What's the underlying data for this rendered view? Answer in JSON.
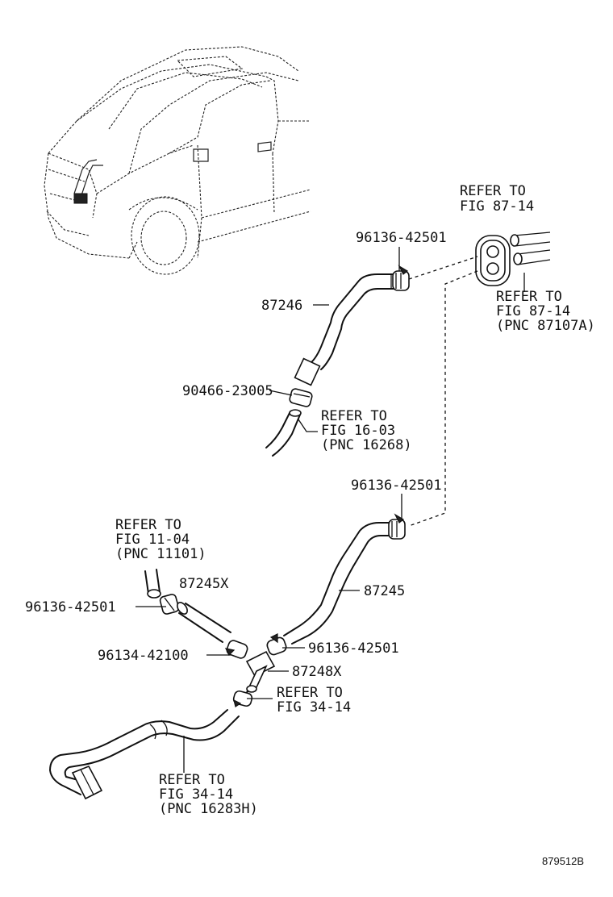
{
  "labels": {
    "refer_8714_top": [
      "REFER TO",
      "FIG 87-14"
    ],
    "pn_96136_a": "96136-42501",
    "pn_87246": "87246",
    "refer_8714_pnc": [
      "REFER TO",
      "FIG 87-14",
      "(PNC 87107A)"
    ],
    "pn_90466": "90466-23005",
    "refer_1603": [
      "REFER TO",
      "FIG 16-03",
      "(PNC 16268)"
    ],
    "pn_96136_b": "96136-42501",
    "refer_1104": [
      "REFER TO",
      "FIG 11-04",
      "(PNC 11101)"
    ],
    "pn_87245x": "87245X",
    "pn_96136_c": "96136-42501",
    "pn_87245": "87245",
    "pn_96134": "96134-42100",
    "pn_96136_d": "96136-42501",
    "pn_87248x": "87248X",
    "refer_3414": [
      "REFER TO",
      "FIG 34-14"
    ],
    "refer_3414_pnc": [
      "REFER TO",
      "FIG 34-14",
      "(PNC 16283H)"
    ],
    "diagram_id": "879512B"
  }
}
